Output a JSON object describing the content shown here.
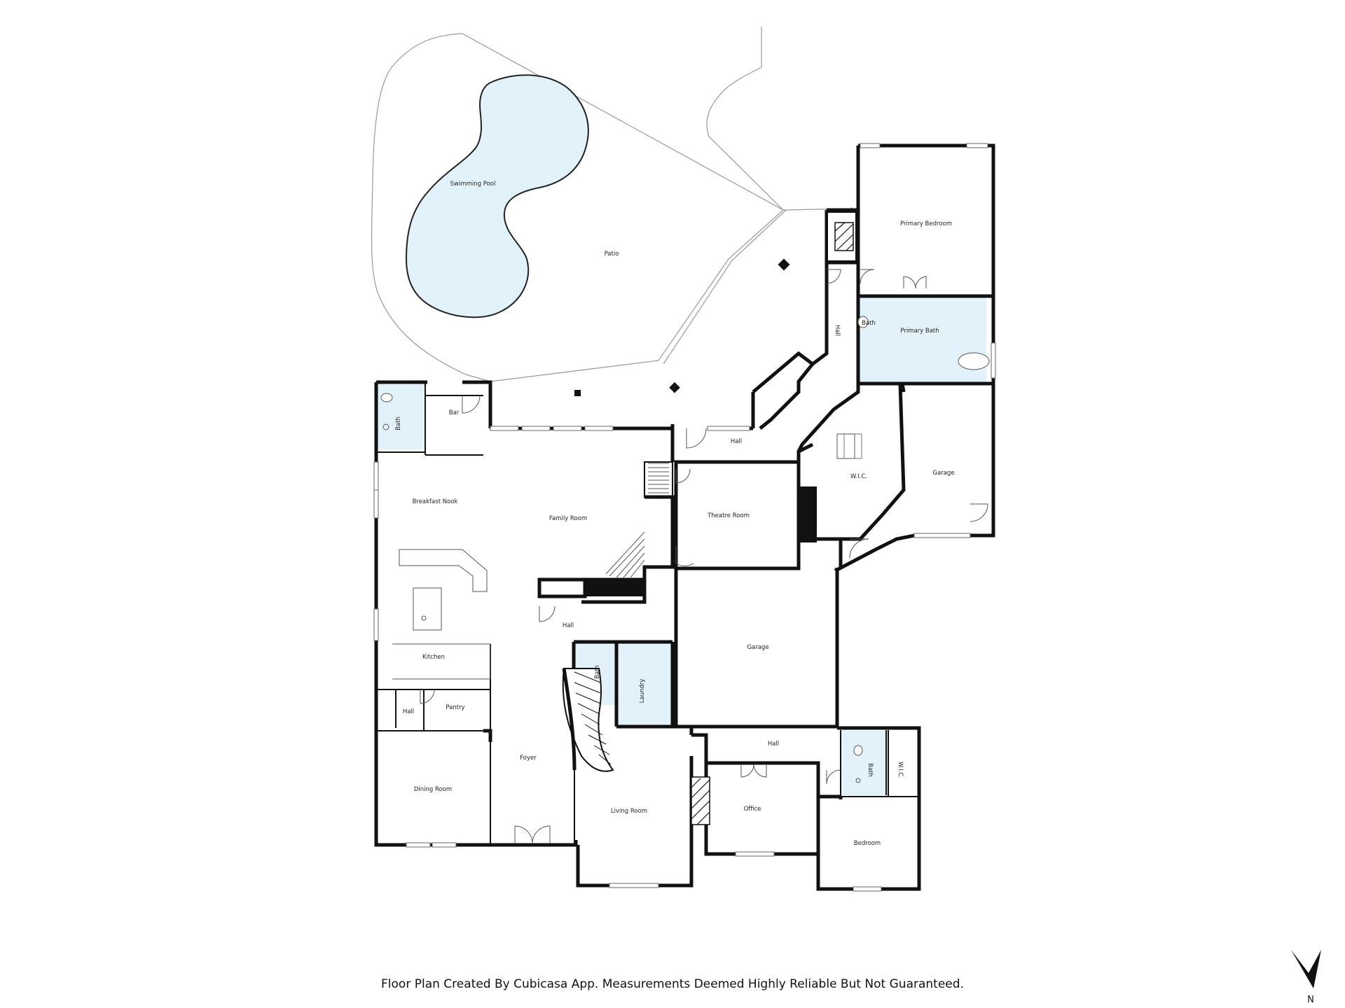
{
  "rooms": {
    "swimming_pool": "Swimming Pool",
    "patio": "Patio",
    "primary_bedroom": "Primary Bedroom",
    "primary_bath": "Primary Bath",
    "bath_primary_wc": "Bath",
    "hall_east": "Hall",
    "bath_bar": "Bath",
    "bar": "Bar",
    "hall_north": "Hall",
    "wic_primary": "W.I.C.",
    "garage_east": "Garage",
    "breakfast_nook": "Breakfast Nook",
    "family_room": "Family Room",
    "theatre_room": "Theatre Room",
    "hall_center": "Hall",
    "kitchen": "Kitchen",
    "bath_center": "Bath",
    "laundry": "Laundry",
    "garage_center": "Garage",
    "hall_west": "Hall",
    "pantry": "Pantry",
    "hall_south": "Hall",
    "foyer": "Foyer",
    "dining_room": "Dining Room",
    "living_room": "Living Room",
    "office": "Office",
    "bath_bedroom": "Bath",
    "wic_bedroom": "W.I.C.",
    "bedroom": "Bedroom"
  },
  "footer_text": "Floor Plan Created By Cubicasa App. Measurements Deemed Highly Reliable But Not Guaranteed.",
  "compass_label": "N",
  "colors": {
    "wall": "#111111",
    "wet_room": "#e2f2fb",
    "pool": "#e2f2fb"
  }
}
